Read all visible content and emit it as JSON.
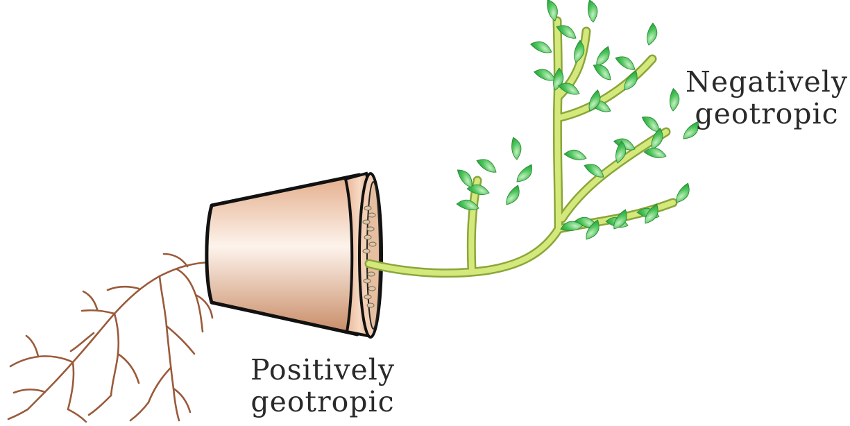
{
  "labels": {
    "negative": {
      "line1": "Negatively",
      "line2": "geotropic"
    },
    "positive": {
      "line1": "Positively",
      "line2": "geotropic"
    }
  },
  "colors": {
    "pot_light": "#fbe6d8",
    "pot_mid": "#e9b796",
    "pot_dark": "#c98a62",
    "outline": "#111111",
    "stem": "#d4e87c",
    "stem_edge": "#8aa63a",
    "leaf": "#4cc35a",
    "leaf_light": "#b9ecb8",
    "root": "#9a5a3a",
    "soil": "#d9c9a8"
  }
}
